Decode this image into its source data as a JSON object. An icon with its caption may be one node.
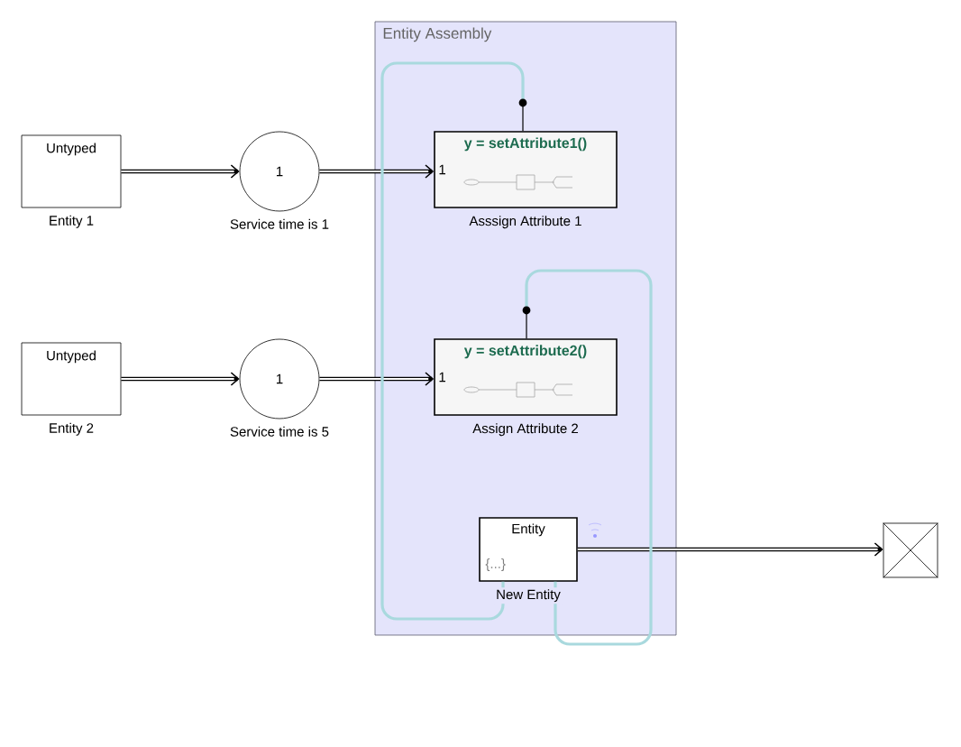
{
  "diagram": {
    "nodes": [
      {
        "text": [
          "Entity Assembly"
        ]
      },
      {
        "text": [
          "Untyped"
        ],
        "beside": [
          "Entity 1"
        ]
      },
      {
        "text": [
          "1"
        ],
        "beside": [
          "Service time is 1"
        ]
      },
      {
        "text": [
          "y = setAttribute1()",
          "1"
        ],
        "beside": [
          "Asssign Attribute 1"
        ],
        "in": 0
      },
      {
        "text": [
          "Untyped"
        ],
        "beside": [
          "Entity 2"
        ]
      },
      {
        "text": [
          "1"
        ],
        "beside": [
          "Service time is 5"
        ]
      },
      {
        "text": [
          "y = setAttribute2()",
          "1"
        ],
        "beside": [
          "Assign Attribute 2"
        ],
        "in": 0
      },
      {
        "text": [
          "Entity",
          "{...}"
        ],
        "beside": [
          "New Entity"
        ],
        "in": 0
      },
      {
        "text": [],
        "shape": "box"
      }
    ],
    "edges": [
      {
        "from": 1,
        "to": 2,
        "arrow": "to"
      },
      {
        "from": 2,
        "to": 3,
        "arrow": "to"
      },
      {
        "from": 4,
        "to": 5,
        "arrow": "to"
      },
      {
        "from": 5,
        "to": 6,
        "arrow": "to"
      },
      {
        "from": 7,
        "to": 8,
        "arrow": "to"
      },
      {
        "from": 7,
        "to": 3,
        "arrow": "none",
        "color": "#a9d9de"
      },
      {
        "from": 7,
        "to": 6,
        "arrow": "none",
        "color": "#a9d9de"
      }
    ]
  }
}
